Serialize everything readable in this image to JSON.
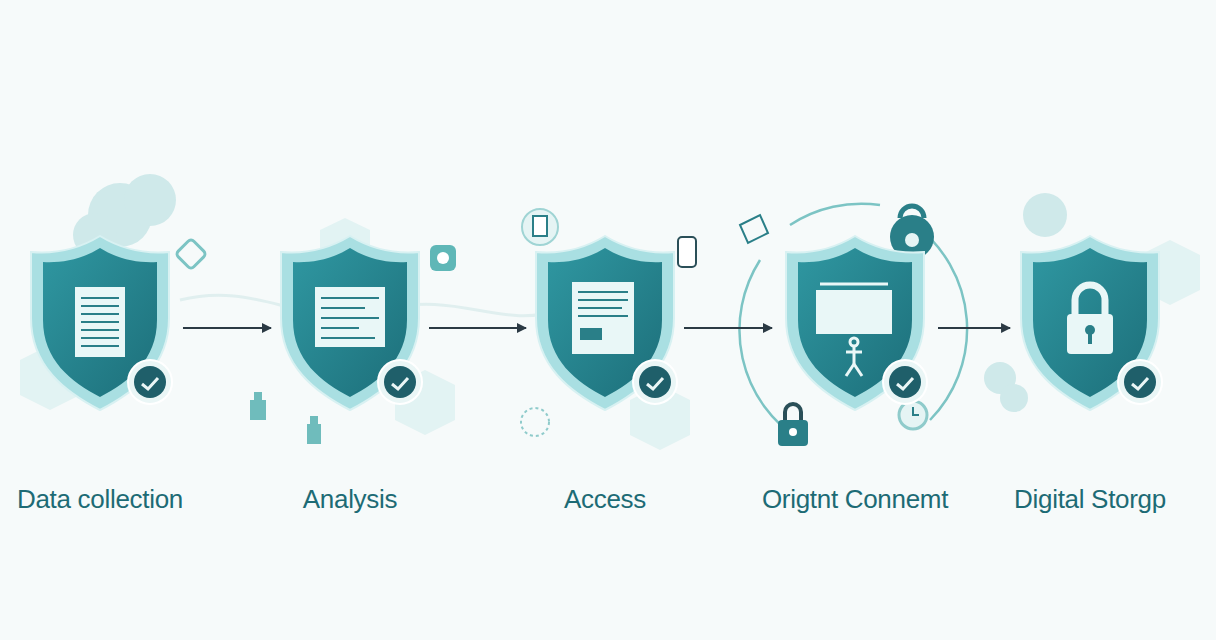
{
  "diagram": {
    "nodes": [
      {
        "text": [
          "Data collection"
        ]
      },
      {
        "text": [
          "Analysis"
        ]
      },
      {
        "text": [
          "Access"
        ]
      },
      {
        "text": [
          "Origtnt Connemt"
        ]
      },
      {
        "text": [
          "Digital Storgp"
        ]
      }
    ],
    "edges": [
      {
        "from": 0,
        "to": 1,
        "arrow": "to"
      },
      {
        "from": 1,
        "to": 2,
        "arrow": "to"
      },
      {
        "from": 2,
        "to": 3,
        "arrow": "to"
      },
      {
        "from": 3,
        "to": 4,
        "arrow": "to"
      }
    ]
  }
}
